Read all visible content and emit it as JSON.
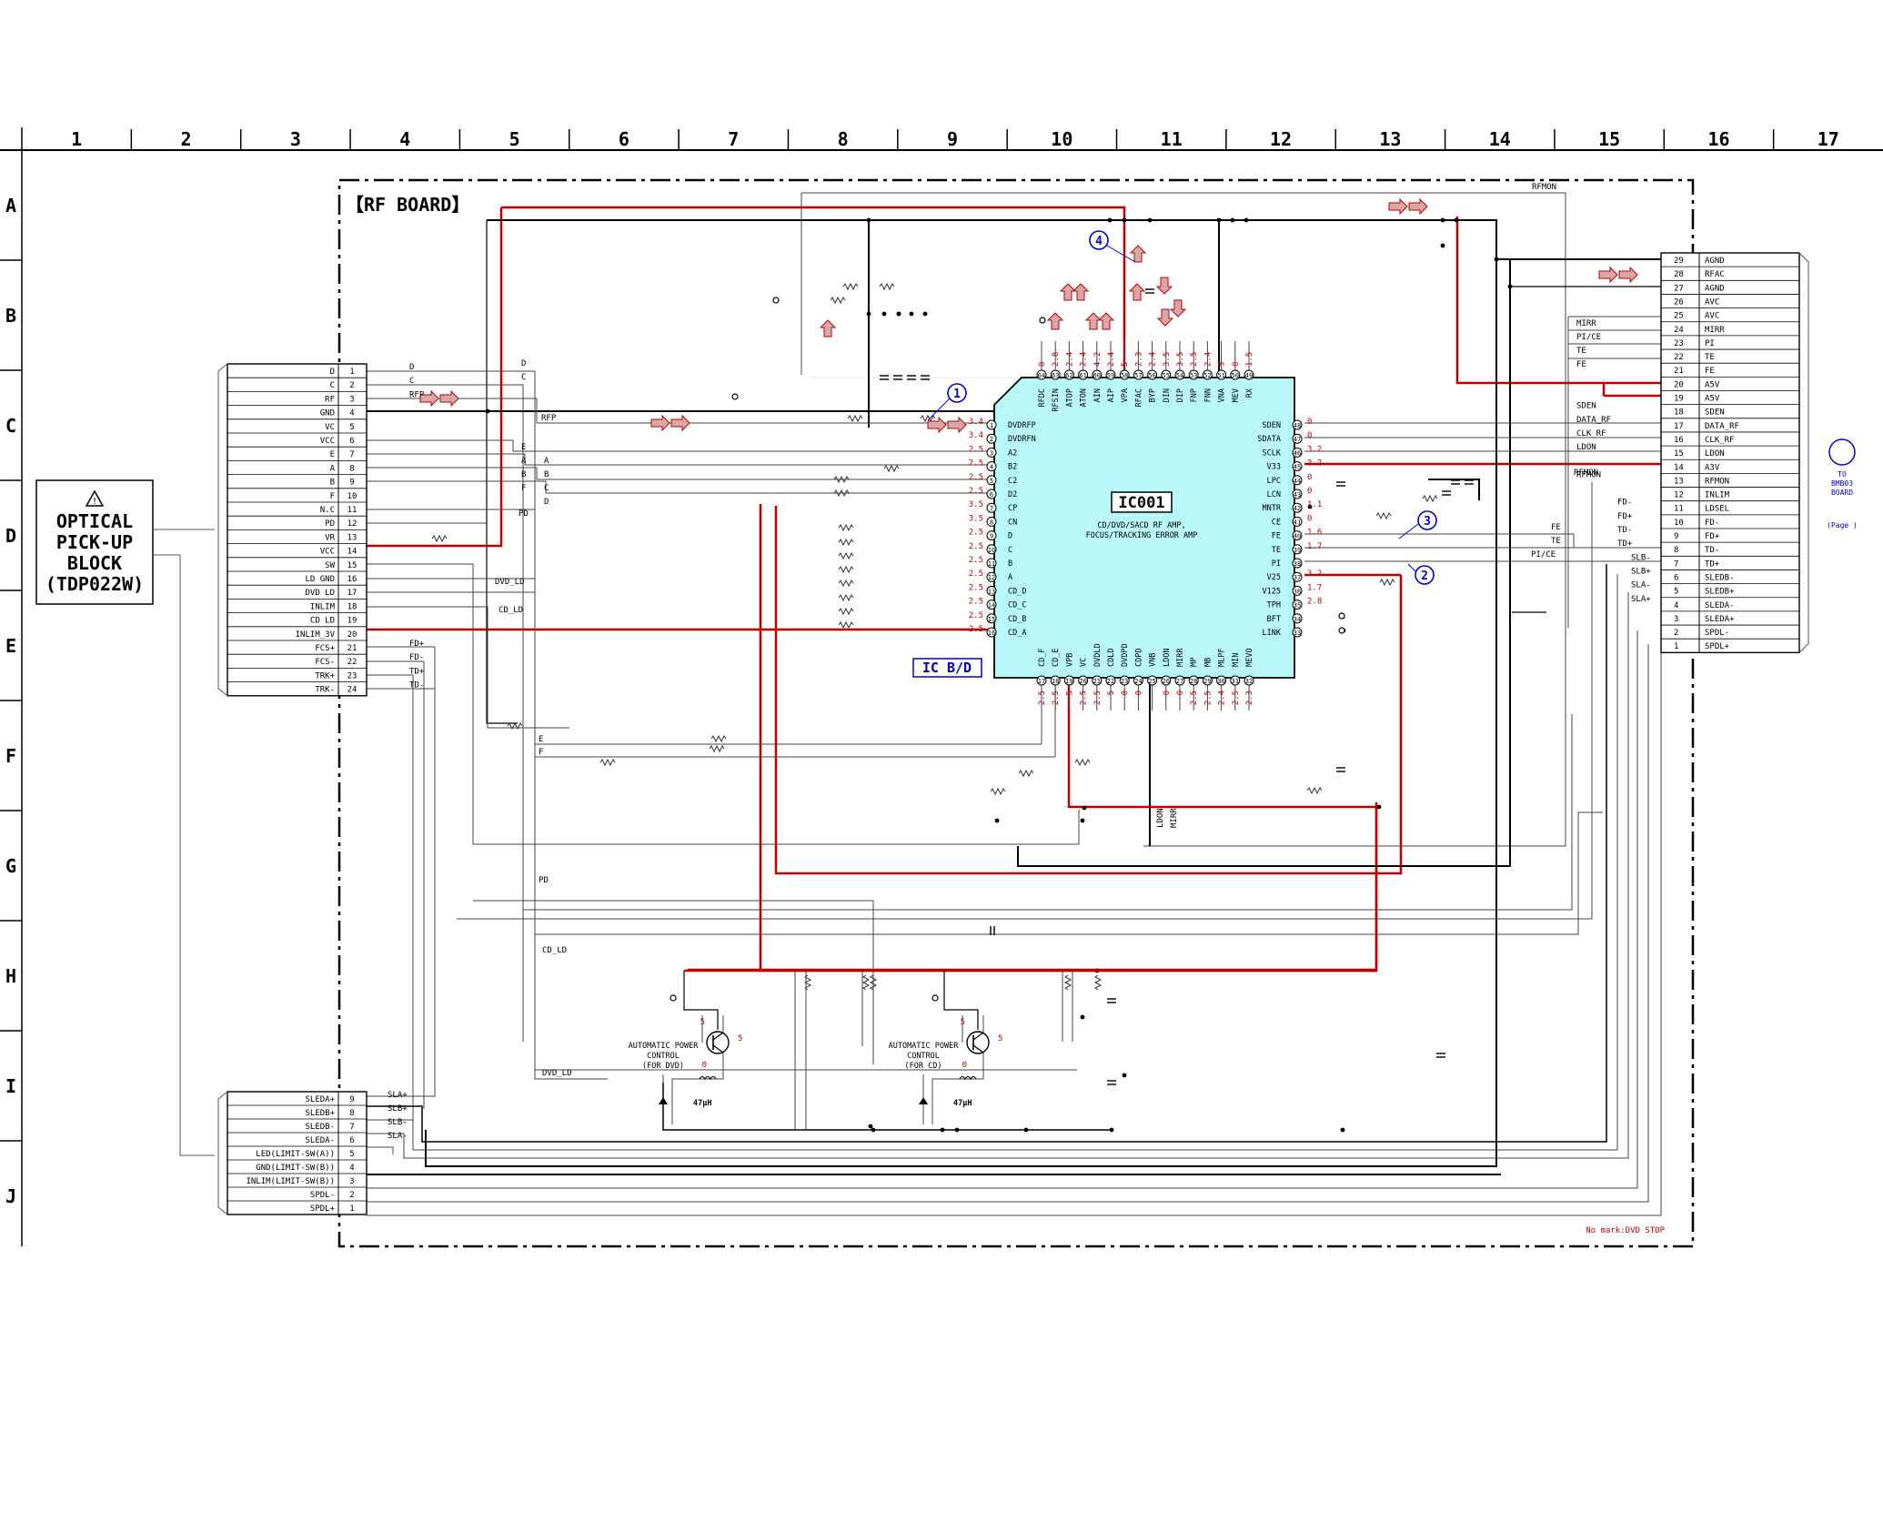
{
  "grid": {
    "columns": [
      "1",
      "2",
      "3",
      "4",
      "5",
      "6",
      "7",
      "8",
      "9",
      "10",
      "11",
      "12",
      "13",
      "14",
      "15",
      "16",
      "17"
    ],
    "rows": [
      "A",
      "B",
      "C",
      "D",
      "E",
      "F",
      "G",
      "H",
      "I",
      "J"
    ]
  },
  "board_title": "【RF BOARD】",
  "optical_block": {
    "warning_icon": "warning-triangle-icon",
    "lines": [
      "OPTICAL",
      "PICK-UP",
      "BLOCK",
      "(TDP022W)"
    ]
  },
  "left_connector": {
    "pins": [
      {
        "name": "D",
        "num": "1",
        "net": "D"
      },
      {
        "name": "C",
        "num": "2",
        "net": "C"
      },
      {
        "name": "RF",
        "num": "3",
        "net": "RFP"
      },
      {
        "name": "GND",
        "num": "4",
        "net": ""
      },
      {
        "name": "VC",
        "num": "5",
        "net": ""
      },
      {
        "name": "VCC",
        "num": "6",
        "net": ""
      },
      {
        "name": "E",
        "num": "7",
        "net": ""
      },
      {
        "name": "A",
        "num": "8",
        "net": ""
      },
      {
        "name": "B",
        "num": "9",
        "net": ""
      },
      {
        "name": "F",
        "num": "10",
        "net": ""
      },
      {
        "name": "N.C",
        "num": "11",
        "net": ""
      },
      {
        "name": "PD",
        "num": "12",
        "net": ""
      },
      {
        "name": "VR",
        "num": "13",
        "net": ""
      },
      {
        "name": "VCC",
        "num": "14",
        "net": ""
      },
      {
        "name": "SW",
        "num": "15",
        "net": ""
      },
      {
        "name": "LD GND",
        "num": "16",
        "net": ""
      },
      {
        "name": "DVD LD",
        "num": "17",
        "net": ""
      },
      {
        "name": "INLIM",
        "num": "18",
        "net": ""
      },
      {
        "name": "CD LD",
        "num": "19",
        "net": ""
      },
      {
        "name": "INLIM_3V",
        "num": "20",
        "net": ""
      },
      {
        "name": "FCS+",
        "num": "21",
        "net": "FD+"
      },
      {
        "name": "FCS-",
        "num": "22",
        "net": "FD-"
      },
      {
        "name": "TRK+",
        "num": "23",
        "net": "TD+"
      },
      {
        "name": "TRK-",
        "num": "24",
        "net": "TD-"
      }
    ]
  },
  "lower_connector": {
    "pins": [
      {
        "name": "SLEDA+",
        "num": "9",
        "net": "SLA+"
      },
      {
        "name": "SLEDB+",
        "num": "8",
        "net": "SLB+"
      },
      {
        "name": "SLEDB-",
        "num": "7",
        "net": "SLB-"
      },
      {
        "name": "SLEDA-",
        "num": "6",
        "net": "SLA-"
      },
      {
        "name": "LED(LIMIT-SW(A))",
        "num": "5",
        "net": ""
      },
      {
        "name": "GND(LIMIT-SW(B))",
        "num": "4",
        "net": ""
      },
      {
        "name": "INLIM(LIMIT-SW(B))",
        "num": "3",
        "net": ""
      },
      {
        "name": "SPDL-",
        "num": "2",
        "net": ""
      },
      {
        "name": "SPDL+",
        "num": "1",
        "net": ""
      }
    ]
  },
  "right_connector": {
    "pins": [
      {
        "num": "29",
        "name": "AGND",
        "net": ""
      },
      {
        "num": "28",
        "name": "RFAC",
        "net": ""
      },
      {
        "num": "27",
        "name": "AGND",
        "net": ""
      },
      {
        "num": "26",
        "name": "AVC",
        "net": ""
      },
      {
        "num": "25",
        "name": "AVC",
        "net": ""
      },
      {
        "num": "24",
        "name": "MIRR",
        "net": "MIRR"
      },
      {
        "num": "23",
        "name": "PI",
        "net": "PI/CE"
      },
      {
        "num": "22",
        "name": "TE",
        "net": "TE"
      },
      {
        "num": "21",
        "name": "FE",
        "net": "FE"
      },
      {
        "num": "20",
        "name": "A5V",
        "net": ""
      },
      {
        "num": "19",
        "name": "A5V",
        "net": ""
      },
      {
        "num": "18",
        "name": "SDEN",
        "net": "SDEN"
      },
      {
        "num": "17",
        "name": "DATA_RF",
        "net": "DATA_RF"
      },
      {
        "num": "16",
        "name": "CLK_RF",
        "net": "CLK_RF"
      },
      {
        "num": "15",
        "name": "LDON",
        "net": "LDON"
      },
      {
        "num": "14",
        "name": "A3V",
        "net": ""
      },
      {
        "num": "13",
        "name": "RFMON",
        "net": "RFMON"
      },
      {
        "num": "12",
        "name": "INLIM",
        "net": ""
      },
      {
        "num": "11",
        "name": "LDSEL",
        "net": "FD-"
      },
      {
        "num": "10",
        "name": "FD-",
        "net": "FD+"
      },
      {
        "num": "9",
        "name": "FD+",
        "net": "TD-"
      },
      {
        "num": "8",
        "name": "TD-",
        "net": "TD+"
      },
      {
        "num": "7",
        "name": "TD+",
        "net": "SLB-"
      },
      {
        "num": "6",
        "name": "SLEDB-",
        "net": "SLB+"
      },
      {
        "num": "5",
        "name": "SLEDB+",
        "net": "SLA-"
      },
      {
        "num": "4",
        "name": "SLEDA-",
        "net": "SLA+"
      },
      {
        "num": "3",
        "name": "SLEDA+",
        "net": ""
      },
      {
        "num": "2",
        "name": "SPDL-",
        "net": ""
      },
      {
        "num": "1",
        "name": "SPDL+",
        "net": ""
      }
    ]
  },
  "to_board": {
    "lines": [
      "TO",
      "BMB03",
      "BOARD"
    ],
    "page_ref": "(Page  )"
  },
  "ic": {
    "ref": "IC001",
    "desc": [
      "CD/DVD/SACD RF AMP,",
      "FOCUS/TRACKING ERROR AMP"
    ],
    "board_label": "IC B/D",
    "left_pins": [
      {
        "num": "1",
        "name": "DVDRFP",
        "v": "3.4"
      },
      {
        "num": "2",
        "name": "DVDRFN",
        "v": "3.4"
      },
      {
        "num": "3",
        "name": "A2",
        "v": "2.5"
      },
      {
        "num": "4",
        "name": "B2",
        "v": "2.5"
      },
      {
        "num": "5",
        "name": "C2",
        "v": "2.5"
      },
      {
        "num": "6",
        "name": "D2",
        "v": "2.5"
      },
      {
        "num": "7",
        "name": "CP",
        "v": "3.5"
      },
      {
        "num": "8",
        "name": "CN",
        "v": "3.5"
      },
      {
        "num": "9",
        "name": "D",
        "v": "2.5"
      },
      {
        "num": "10",
        "name": "C",
        "v": "2.5"
      },
      {
        "num": "11",
        "name": "B",
        "v": "2.5"
      },
      {
        "num": "12",
        "name": "A",
        "v": "2.5"
      },
      {
        "num": "13",
        "name": "CD_D",
        "v": "2.5"
      },
      {
        "num": "14",
        "name": "CD_C",
        "v": "2.5"
      },
      {
        "num": "15",
        "name": "CD_B",
        "v": "2.5"
      },
      {
        "num": "16",
        "name": "CD_A",
        "v": "2.5"
      }
    ],
    "right_pins": [
      {
        "num": "48",
        "name": "SDEN",
        "v": "0"
      },
      {
        "num": "47",
        "name": "SDATA",
        "v": "0"
      },
      {
        "num": "46",
        "name": "SCLK",
        "v": "3.2"
      },
      {
        "num": "45",
        "name": "V33",
        "v": "3.2"
      },
      {
        "num": "44",
        "name": "LPC",
        "v": "0"
      },
      {
        "num": "43",
        "name": "LCN",
        "v": "0"
      },
      {
        "num": "42",
        "name": "MNTR",
        "v": "1.1"
      },
      {
        "num": "41",
        "name": "CE",
        "v": "0"
      },
      {
        "num": "40",
        "name": "FE",
        "v": "1.6"
      },
      {
        "num": "39",
        "name": "TE",
        "v": "1.7"
      },
      {
        "num": "38",
        "name": "PI",
        "v": ""
      },
      {
        "num": "37",
        "name": "V25",
        "v": "3.2"
      },
      {
        "num": "36",
        "name": "V125",
        "v": "1.7"
      },
      {
        "num": "35",
        "name": "TPH",
        "v": "2.8"
      },
      {
        "num": "34",
        "name": "BFT",
        "v": ""
      },
      {
        "num": "33",
        "name": "LINK",
        "v": ""
      }
    ],
    "top_pins": [
      {
        "num": "64",
        "name": "RFDC",
        "v": "0"
      },
      {
        "num": "63",
        "name": "RFSIN",
        "v": "2.8"
      },
      {
        "num": "62",
        "name": "ATOP",
        "v": "2.4"
      },
      {
        "num": "61",
        "name": "ATON",
        "v": "2.4"
      },
      {
        "num": "60",
        "name": "AIN",
        "v": "4.2"
      },
      {
        "num": "59",
        "name": "AIP",
        "v": "2.4"
      },
      {
        "num": "58",
        "name": "VPA",
        "v": "5"
      },
      {
        "num": "57",
        "name": "RFAC",
        "v": "2.3"
      },
      {
        "num": "56",
        "name": "BYP",
        "v": "2.4"
      },
      {
        "num": "55",
        "name": "DIN",
        "v": "3.5"
      },
      {
        "num": "54",
        "name": "DIP",
        "v": "3.5"
      },
      {
        "num": "53",
        "name": "FNP",
        "v": "2.5"
      },
      {
        "num": "52",
        "name": "FNN",
        "v": "2.4"
      },
      {
        "num": "51",
        "name": "VNA",
        "v": "5"
      },
      {
        "num": "50",
        "name": "MEV",
        "v": "0"
      },
      {
        "num": "49",
        "name": "RX",
        "v": "1.5"
      }
    ],
    "bottom_pins": [
      {
        "num": "17",
        "name": "CD_F",
        "v": "2.5"
      },
      {
        "num": "18",
        "name": "CD_E",
        "v": "2.5"
      },
      {
        "num": "19",
        "name": "VPB",
        "v": "5"
      },
      {
        "num": "20",
        "name": "VC",
        "v": "2.5"
      },
      {
        "num": "21",
        "name": "DVDLD",
        "v": "2.5"
      },
      {
        "num": "22",
        "name": "CDLD",
        "v": "5"
      },
      {
        "num": "23",
        "name": "DVDPD",
        "v": "0"
      },
      {
        "num": "24",
        "name": "CDPD",
        "v": "0"
      },
      {
        "num": "25",
        "name": "VNB",
        "v": ""
      },
      {
        "num": "26",
        "name": "LDON",
        "v": "0"
      },
      {
        "num": "27",
        "name": "MIRR",
        "v": "0"
      },
      {
        "num": "28",
        "name": "MP",
        "v": "2.5"
      },
      {
        "num": "29",
        "name": "MB",
        "v": "2.5"
      },
      {
        "num": "30",
        "name": "MLPF",
        "v": "2.4"
      },
      {
        "num": "31",
        "name": "MIN",
        "v": "2.5"
      },
      {
        "num": "32",
        "name": "MEVO",
        "v": "2.3"
      }
    ]
  },
  "markers": [
    {
      "label": "1"
    },
    {
      "label": "2"
    },
    {
      "label": "3"
    },
    {
      "label": "4"
    }
  ],
  "apc_dvd": {
    "lines": [
      "AUTOMATIC POWER",
      "CONTROL",
      "(FOR DVD)"
    ],
    "v_base": "5",
    "v_emitter": "5",
    "v_collector": "0",
    "inductor": "47μH"
  },
  "apc_cd": {
    "lines": [
      "AUTOMATIC POWER",
      "CONTROL",
      "(FOR CD)"
    ],
    "v_base": "5",
    "v_emitter": "5",
    "v_collector": "0",
    "inductor": "47μH"
  },
  "net_labels": {
    "rfmon_top": "RFMON",
    "ldon": "LDON",
    "mirr": "MIRR",
    "dvd_ld": "DVD_LD",
    "cd_ld": "CD_LD",
    "dvd_ld2": "DVD_LD",
    "cd_ld2": "CD_LD",
    "pd": "PD",
    "pd2": "PD",
    "e": "E",
    "f": "F",
    "a": "A",
    "b": "B",
    "c": "C",
    "d": "D",
    "e2": "E",
    "f2": "F",
    "rfp": "RFP",
    "rfmon_right": "RFMON",
    "fe": "FE",
    "te": "TE",
    "pice": "PI/CE"
  },
  "footer_note": "No mark:DVD STOP",
  "colors": {
    "signal_red": "#c00000",
    "ic_fill": "#b8f8f8",
    "marker_blue": "#0000cc",
    "arrow_fill": "#d8a8a8"
  }
}
